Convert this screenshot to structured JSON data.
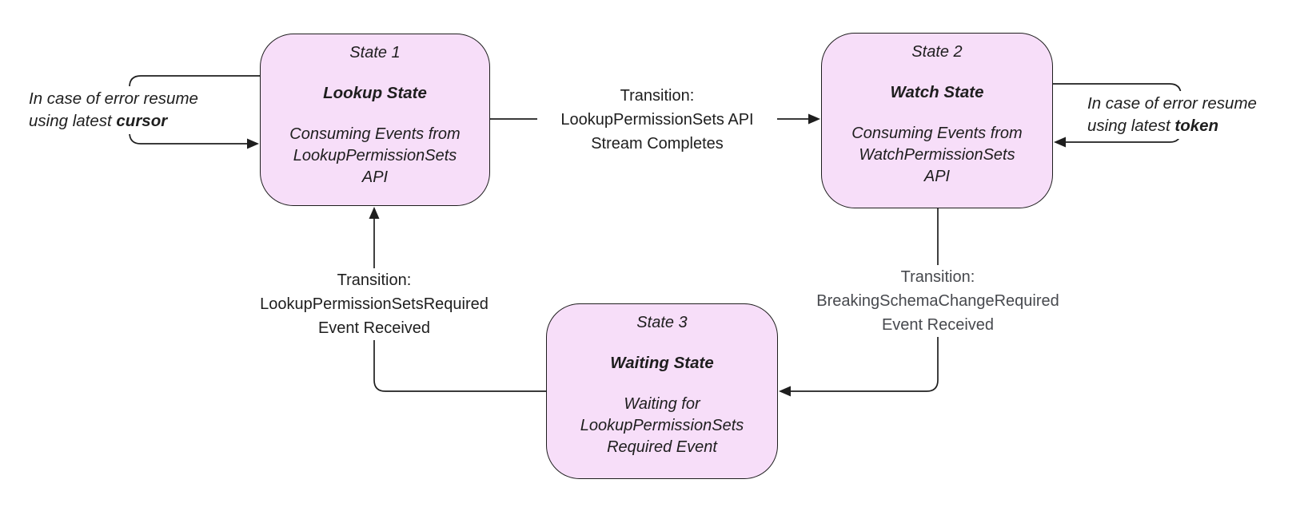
{
  "colors": {
    "background": "#ffffff",
    "state_fill": "#f7def9",
    "stroke": "#1e1e1e",
    "muted_label": "#47494e"
  },
  "states": [
    {
      "title": "State 1",
      "name": "Lookup State",
      "description": "Consuming Events from\nLookupPermissionSets\nAPI"
    },
    {
      "title": "State 2",
      "name": "Watch State",
      "description": "Consuming Events from\nWatchPermissionSets\nAPI"
    },
    {
      "title": "State 3",
      "name": "Waiting State",
      "description": "Waiting for\nLookupPermissionSets\nRequired Event"
    }
  ],
  "transitions": {
    "s1_to_s2": {
      "label": "Transition:\nLookupPermissionSets API\nStream Completes"
    },
    "s2_to_s3": {
      "label": "Transition:\nBreakingSchemaChangeRequired\nEvent Received"
    },
    "s3_to_s1": {
      "label": "Transition:\nLookupPermissionSetsRequired\nEvent Received"
    }
  },
  "error_loops": {
    "left": {
      "line1": "In case of error resume",
      "line2_prefix": "using latest ",
      "line2_bold": "cursor"
    },
    "right": {
      "line1": "In case of error resume",
      "line2_prefix": "using latest ",
      "line2_bold": "token"
    }
  }
}
